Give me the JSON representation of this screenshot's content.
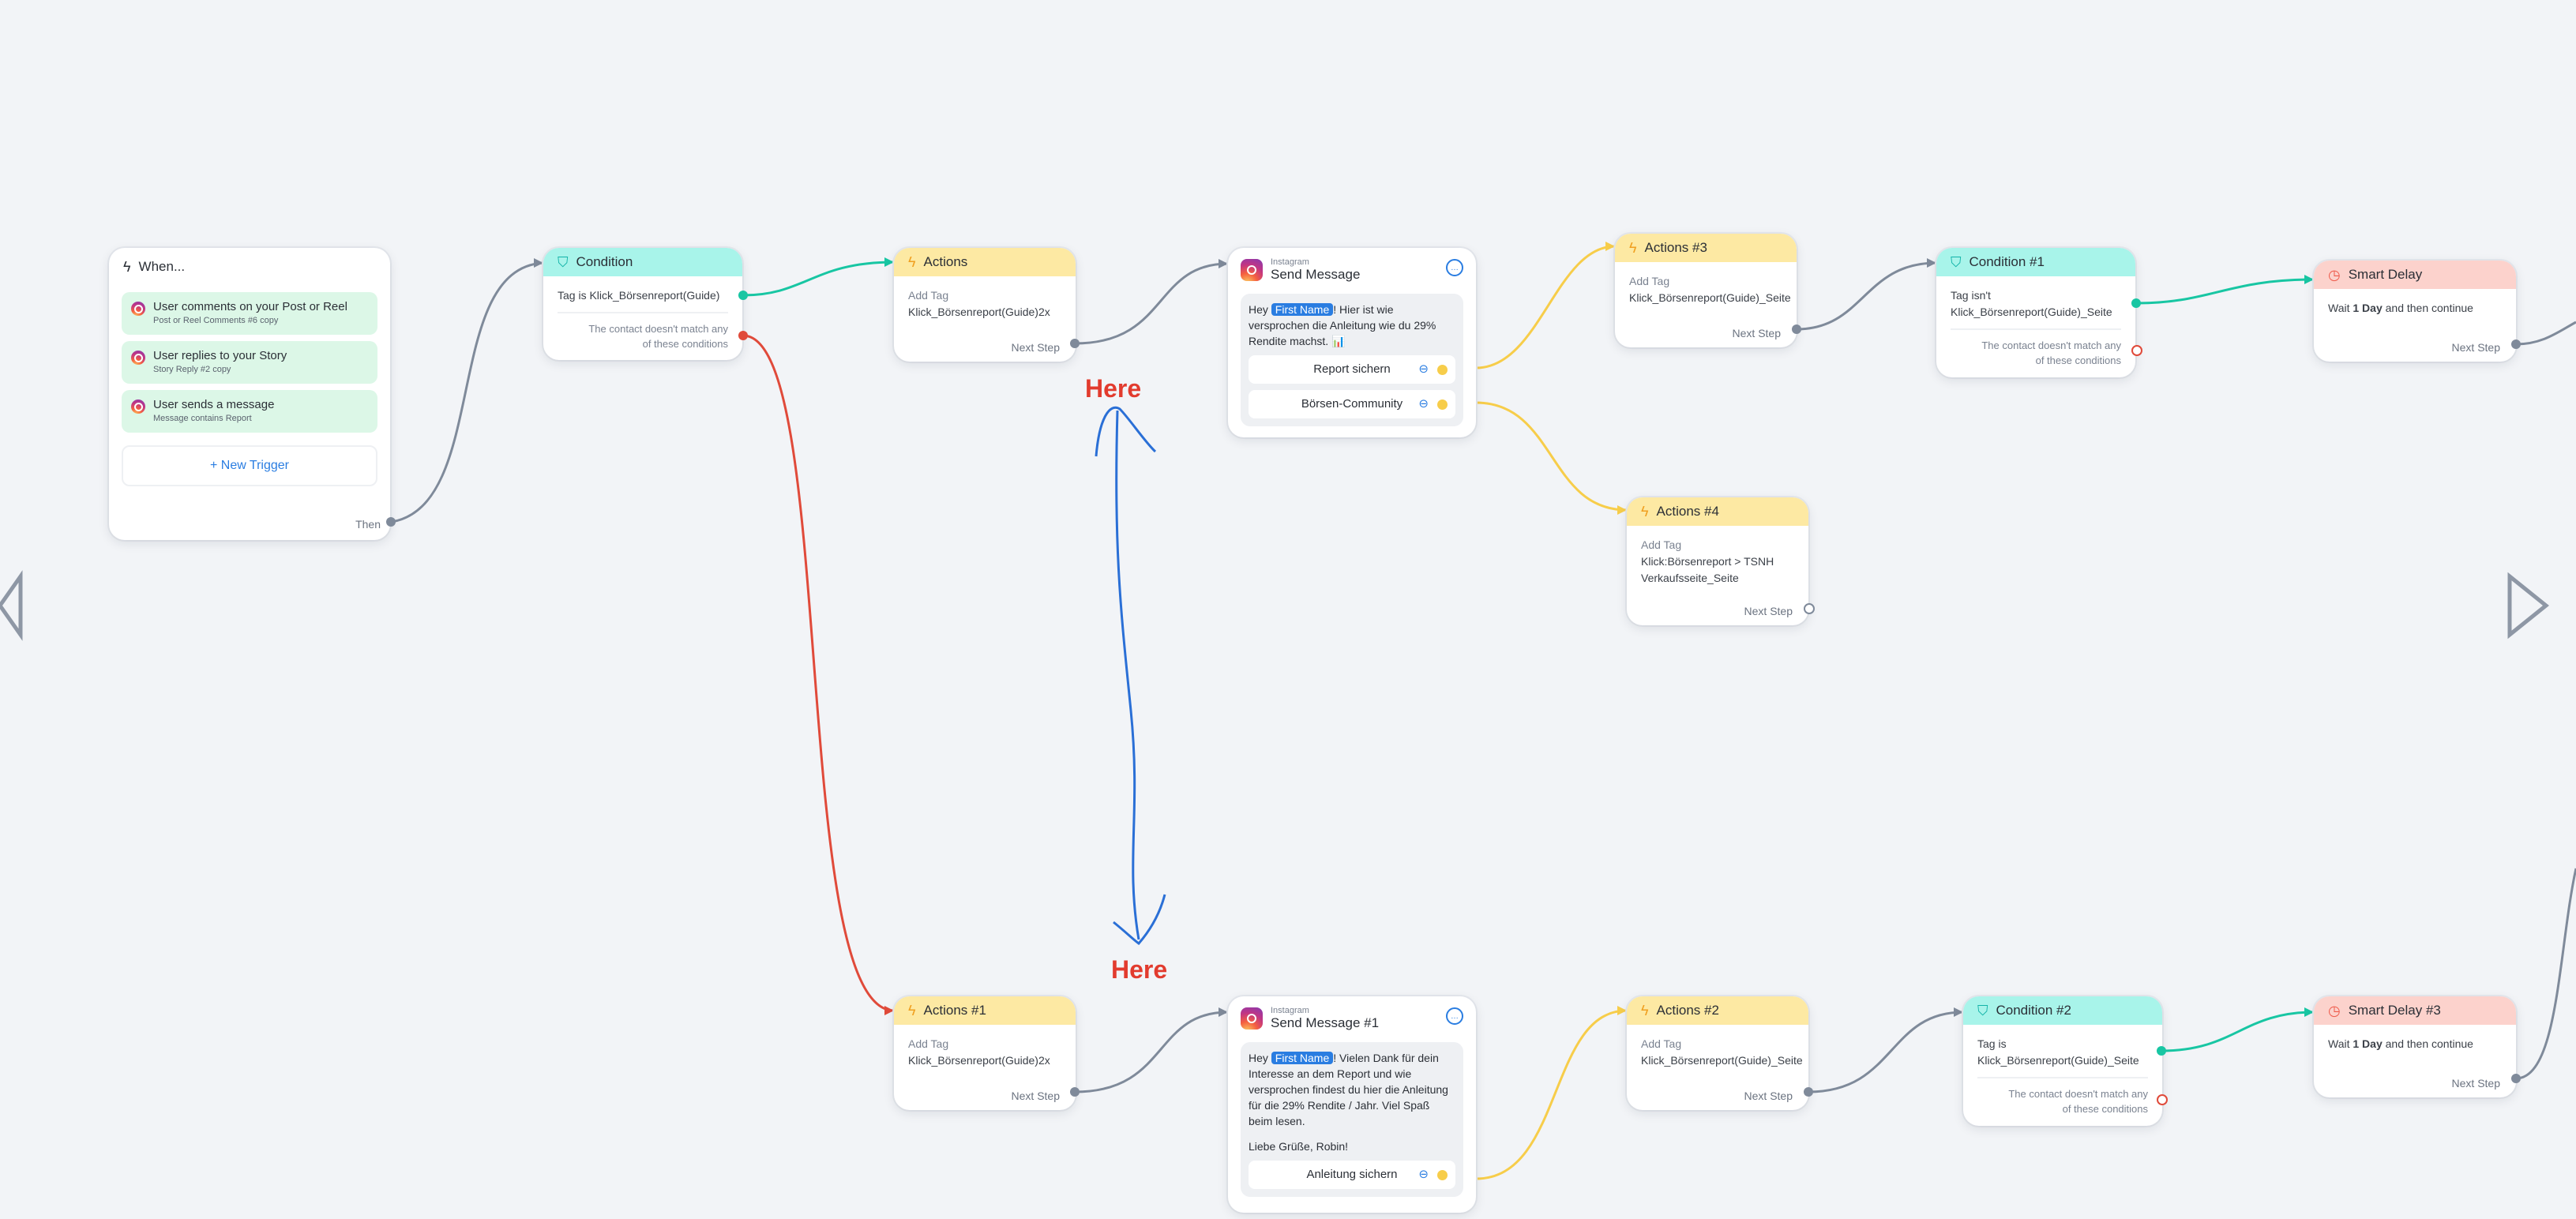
{
  "trigger": {
    "title": "When...",
    "items": [
      {
        "label": "User comments on your Post or Reel",
        "sub": "Post or Reel Comments #6 copy"
      },
      {
        "label": "User replies to your Story",
        "sub": "Story Reply #2 copy"
      },
      {
        "label": "User sends a message",
        "sub": "Message contains Report"
      }
    ],
    "new_trigger": "+ New Trigger",
    "then": "Then"
  },
  "condition": {
    "title": "Condition",
    "rule": "Tag is Klick_Börsenreport(Guide)",
    "else": "The contact doesn't match any of these conditions"
  },
  "actions": {
    "title": "Actions",
    "op": "Add Tag",
    "value": "Klick_Börsenreport(Guide)2x",
    "next": "Next Step"
  },
  "send_message": {
    "platform": "Instagram",
    "title": "Send Message",
    "text_pre": "Hey",
    "first_name": "First Name",
    "text_post": "! Hier ist wie versprochen die Anleitung wie du 29% Rendite machst. 📊",
    "buttons": [
      "Report sichern",
      "Börsen-Community"
    ]
  },
  "actions3": {
    "title": "Actions #3",
    "op": "Add Tag",
    "value": "Klick_Börsenreport(Guide)_Seite",
    "next": "Next Step"
  },
  "condition1": {
    "title": "Condition #1",
    "rule1": "Tag isn't",
    "rule2": "Klick_Börsenreport(Guide)_Seite",
    "else": "The contact doesn't match any of these conditions"
  },
  "smart_delay": {
    "title": "Smart Delay",
    "pre": "Wait",
    "amount": "1 Day",
    "post": "and then continue",
    "next": "Next Step"
  },
  "actions4": {
    "title": "Actions #4",
    "op": "Add Tag",
    "value": "Klick:Börsenreport > TSNH Verkaufsseite_Seite",
    "next": "Next Step"
  },
  "actions1": {
    "title": "Actions #1",
    "op": "Add Tag",
    "value": "Klick_Börsenreport(Guide)2x",
    "next": "Next Step"
  },
  "send_message1": {
    "platform": "Instagram",
    "title": "Send Message #1",
    "text_pre": "Hey",
    "first_name": "First Name",
    "text_post": "! Vielen Dank für dein Interesse an dem Report und wie versprochen findest du hier die Anleitung für die 29% Rendite / Jahr. Viel Spaß beim lesen.",
    "signoff": "Liebe Grüße, Robin!",
    "buttons": [
      "Anleitung sichern"
    ]
  },
  "actions2": {
    "title": "Actions #2",
    "op": "Add Tag",
    "value": "Klick_Börsenreport(Guide)_Seite",
    "next": "Next Step"
  },
  "condition2": {
    "title": "Condition #2",
    "rule1": "Tag is",
    "rule2": "Klick_Börsenreport(Guide)_Seite",
    "else": "The contact doesn't match any of these conditions"
  },
  "smart_delay3": {
    "title": "Smart Delay #3",
    "pre": "Wait",
    "amount": "1 Day",
    "post": "and then continue",
    "next": "Next Step"
  },
  "annotations": {
    "top": "Here",
    "bottom": "Here"
  },
  "colors": {
    "canvas": "#f2f4f7",
    "actions_header": "#fde9a3",
    "condition_header": "#a8f4ea",
    "delay_header": "#fcd2cc",
    "wire_gray": "#7f8a9a",
    "wire_teal": "#18c6a3",
    "wire_red": "#e04a3a",
    "wire_yellow": "#f7cd4a",
    "annotation_red": "#e23b2e",
    "annotation_blue": "#2a6fd6",
    "link_blue": "#2a7de1"
  }
}
